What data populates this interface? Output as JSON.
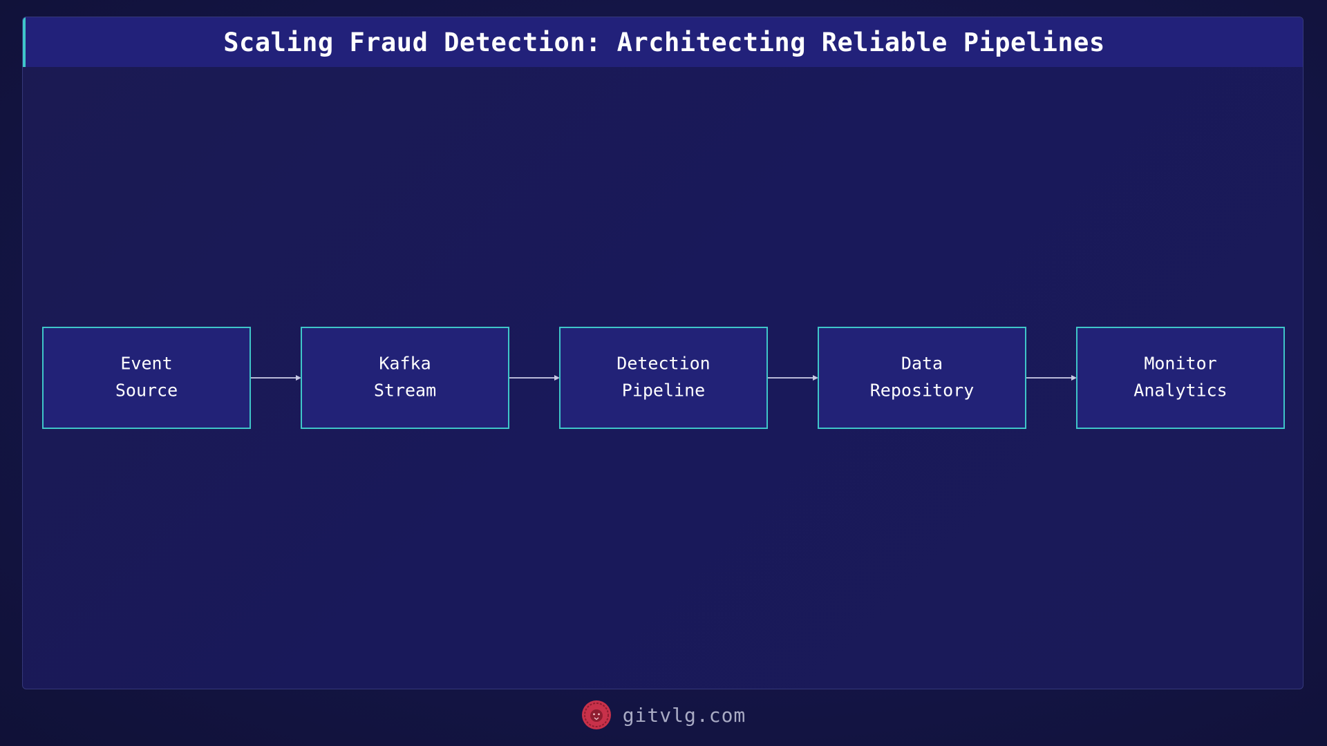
{
  "header": {
    "title": "Scaling Fraud Detection: Architecting Reliable Pipelines"
  },
  "diagram": {
    "nodes": [
      {
        "lines": [
          "Event",
          "Source"
        ]
      },
      {
        "lines": [
          "Kafka",
          "Stream"
        ]
      },
      {
        "lines": [
          "Detection",
          "Pipeline"
        ]
      },
      {
        "lines": [
          "Data",
          "Repository"
        ]
      },
      {
        "lines": [
          "Monitor",
          "Analytics"
        ]
      }
    ],
    "edges": [
      {
        "from": 0,
        "to": 1
      },
      {
        "from": 1,
        "to": 2
      },
      {
        "from": 2,
        "to": 3
      },
      {
        "from": 3,
        "to": 4
      }
    ]
  },
  "footer": {
    "logo_icon": "lion-head-icon",
    "site": "gitvlg.com"
  },
  "colors": {
    "node_fill": "#222277",
    "node_stroke": "#3fc6c9",
    "accent": "#3fc6c9",
    "logo": "#c8314a"
  }
}
